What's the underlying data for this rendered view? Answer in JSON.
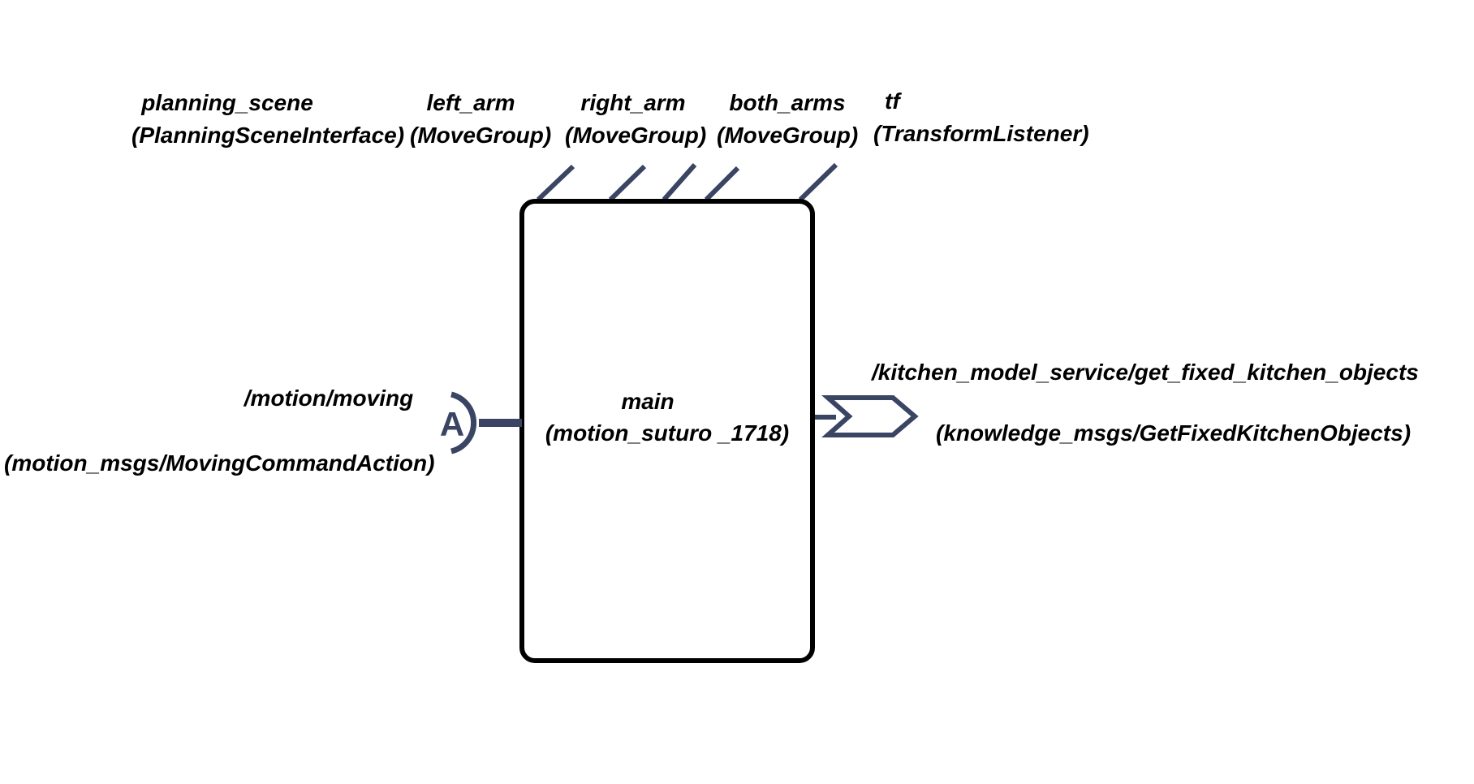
{
  "colors": {
    "connector": "#3a4463",
    "node_border": "#000000",
    "background": "#ffffff"
  },
  "node": {
    "name": "main",
    "type_label": "(motion_suturo _1718)"
  },
  "parameters": [
    {
      "name": "planning_scene",
      "type": "(PlanningSceneInterface)"
    },
    {
      "name": "left_arm",
      "type": "(MoveGroup)"
    },
    {
      "name": "right_arm",
      "type": "(MoveGroup)"
    },
    {
      "name": "both_arms",
      "type": "(MoveGroup)"
    },
    {
      "name": "tf",
      "type": "(TransformListener)"
    }
  ],
  "action_server": {
    "badge": "A",
    "topic": "/motion/moving",
    "type": "(motion_msgs/MovingCommandAction)"
  },
  "service_client": {
    "topic": "/kitchen_model_service/get_fixed_kitchen_objects",
    "type": "(knowledge_msgs/GetFixedKitchenObjects)"
  }
}
